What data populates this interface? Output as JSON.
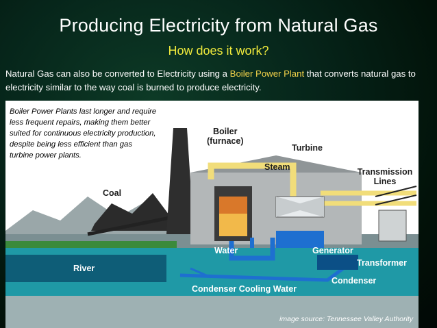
{
  "slide": {
    "title": "Producing Electricity from Natural Gas",
    "subtitle": "How does it work?",
    "intro_before": "Natural Gas can also be converted to Electricity using a ",
    "intro_highlight": "Boiler Power Plant",
    "intro_after": " that converts natural gas to electricity similar to the way coal is burned to produce electricity."
  },
  "diagram": {
    "note": "Boiler Power Plants last longer and require less frequent repairs, making them better suited for continuous electricity production, despite being less efficient than gas turbine power plants.",
    "labels": {
      "boiler": "Boiler",
      "furnace": "(furnace)",
      "turbine": "Turbine",
      "steam": "Steam",
      "transmission": "Transmission",
      "lines": "Lines",
      "coal": "Coal",
      "water": "Water",
      "generator": "Generator",
      "river": "River",
      "transformer": "Transformer",
      "condenser": "Condenser",
      "cooling_water": "Condenser Cooling Water"
    },
    "source": "image source:  Tennessee Valley Authority"
  },
  "colors": {
    "title": "#ffffff",
    "subtitle": "#f0ea3c",
    "highlight": "#f2d24a",
    "water_blue": "#1e6fd0",
    "river_teal": "#0c8a97",
    "steam_yellow": "#f6e48c"
  }
}
